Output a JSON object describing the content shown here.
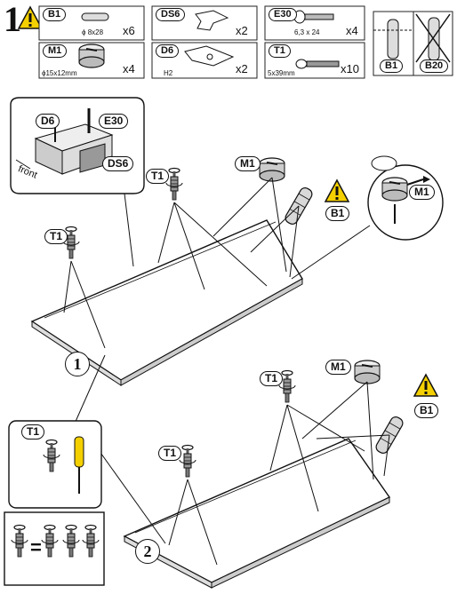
{
  "step": "1",
  "parts": [
    {
      "code": "B1",
      "dim": "ϕ 8x28",
      "qty": "x6"
    },
    {
      "code": "DS6",
      "dim": "",
      "qty": "x2"
    },
    {
      "code": "E30",
      "dim": "6,3 x 24",
      "qty": "x4"
    },
    {
      "code": "M1",
      "dim": "ϕ15x12mm",
      "qty": "x4"
    },
    {
      "code": "D6",
      "dim": "H2",
      "qty": "x2"
    },
    {
      "code": "T1",
      "dim": "5x39mm",
      "qty": "x10"
    }
  ],
  "compare": {
    "ok": "B1",
    "wrong": "B20"
  },
  "detail": {
    "d6": "D6",
    "e30": "E30",
    "ds6": "DS6",
    "front": "front"
  },
  "labels": {
    "t1": "T1",
    "m1": "M1",
    "b1": "B1",
    "panel1": "1",
    "panel2": "2",
    "equals": "="
  },
  "colors": {
    "warning": "#f5d000",
    "ink": "#111111"
  }
}
